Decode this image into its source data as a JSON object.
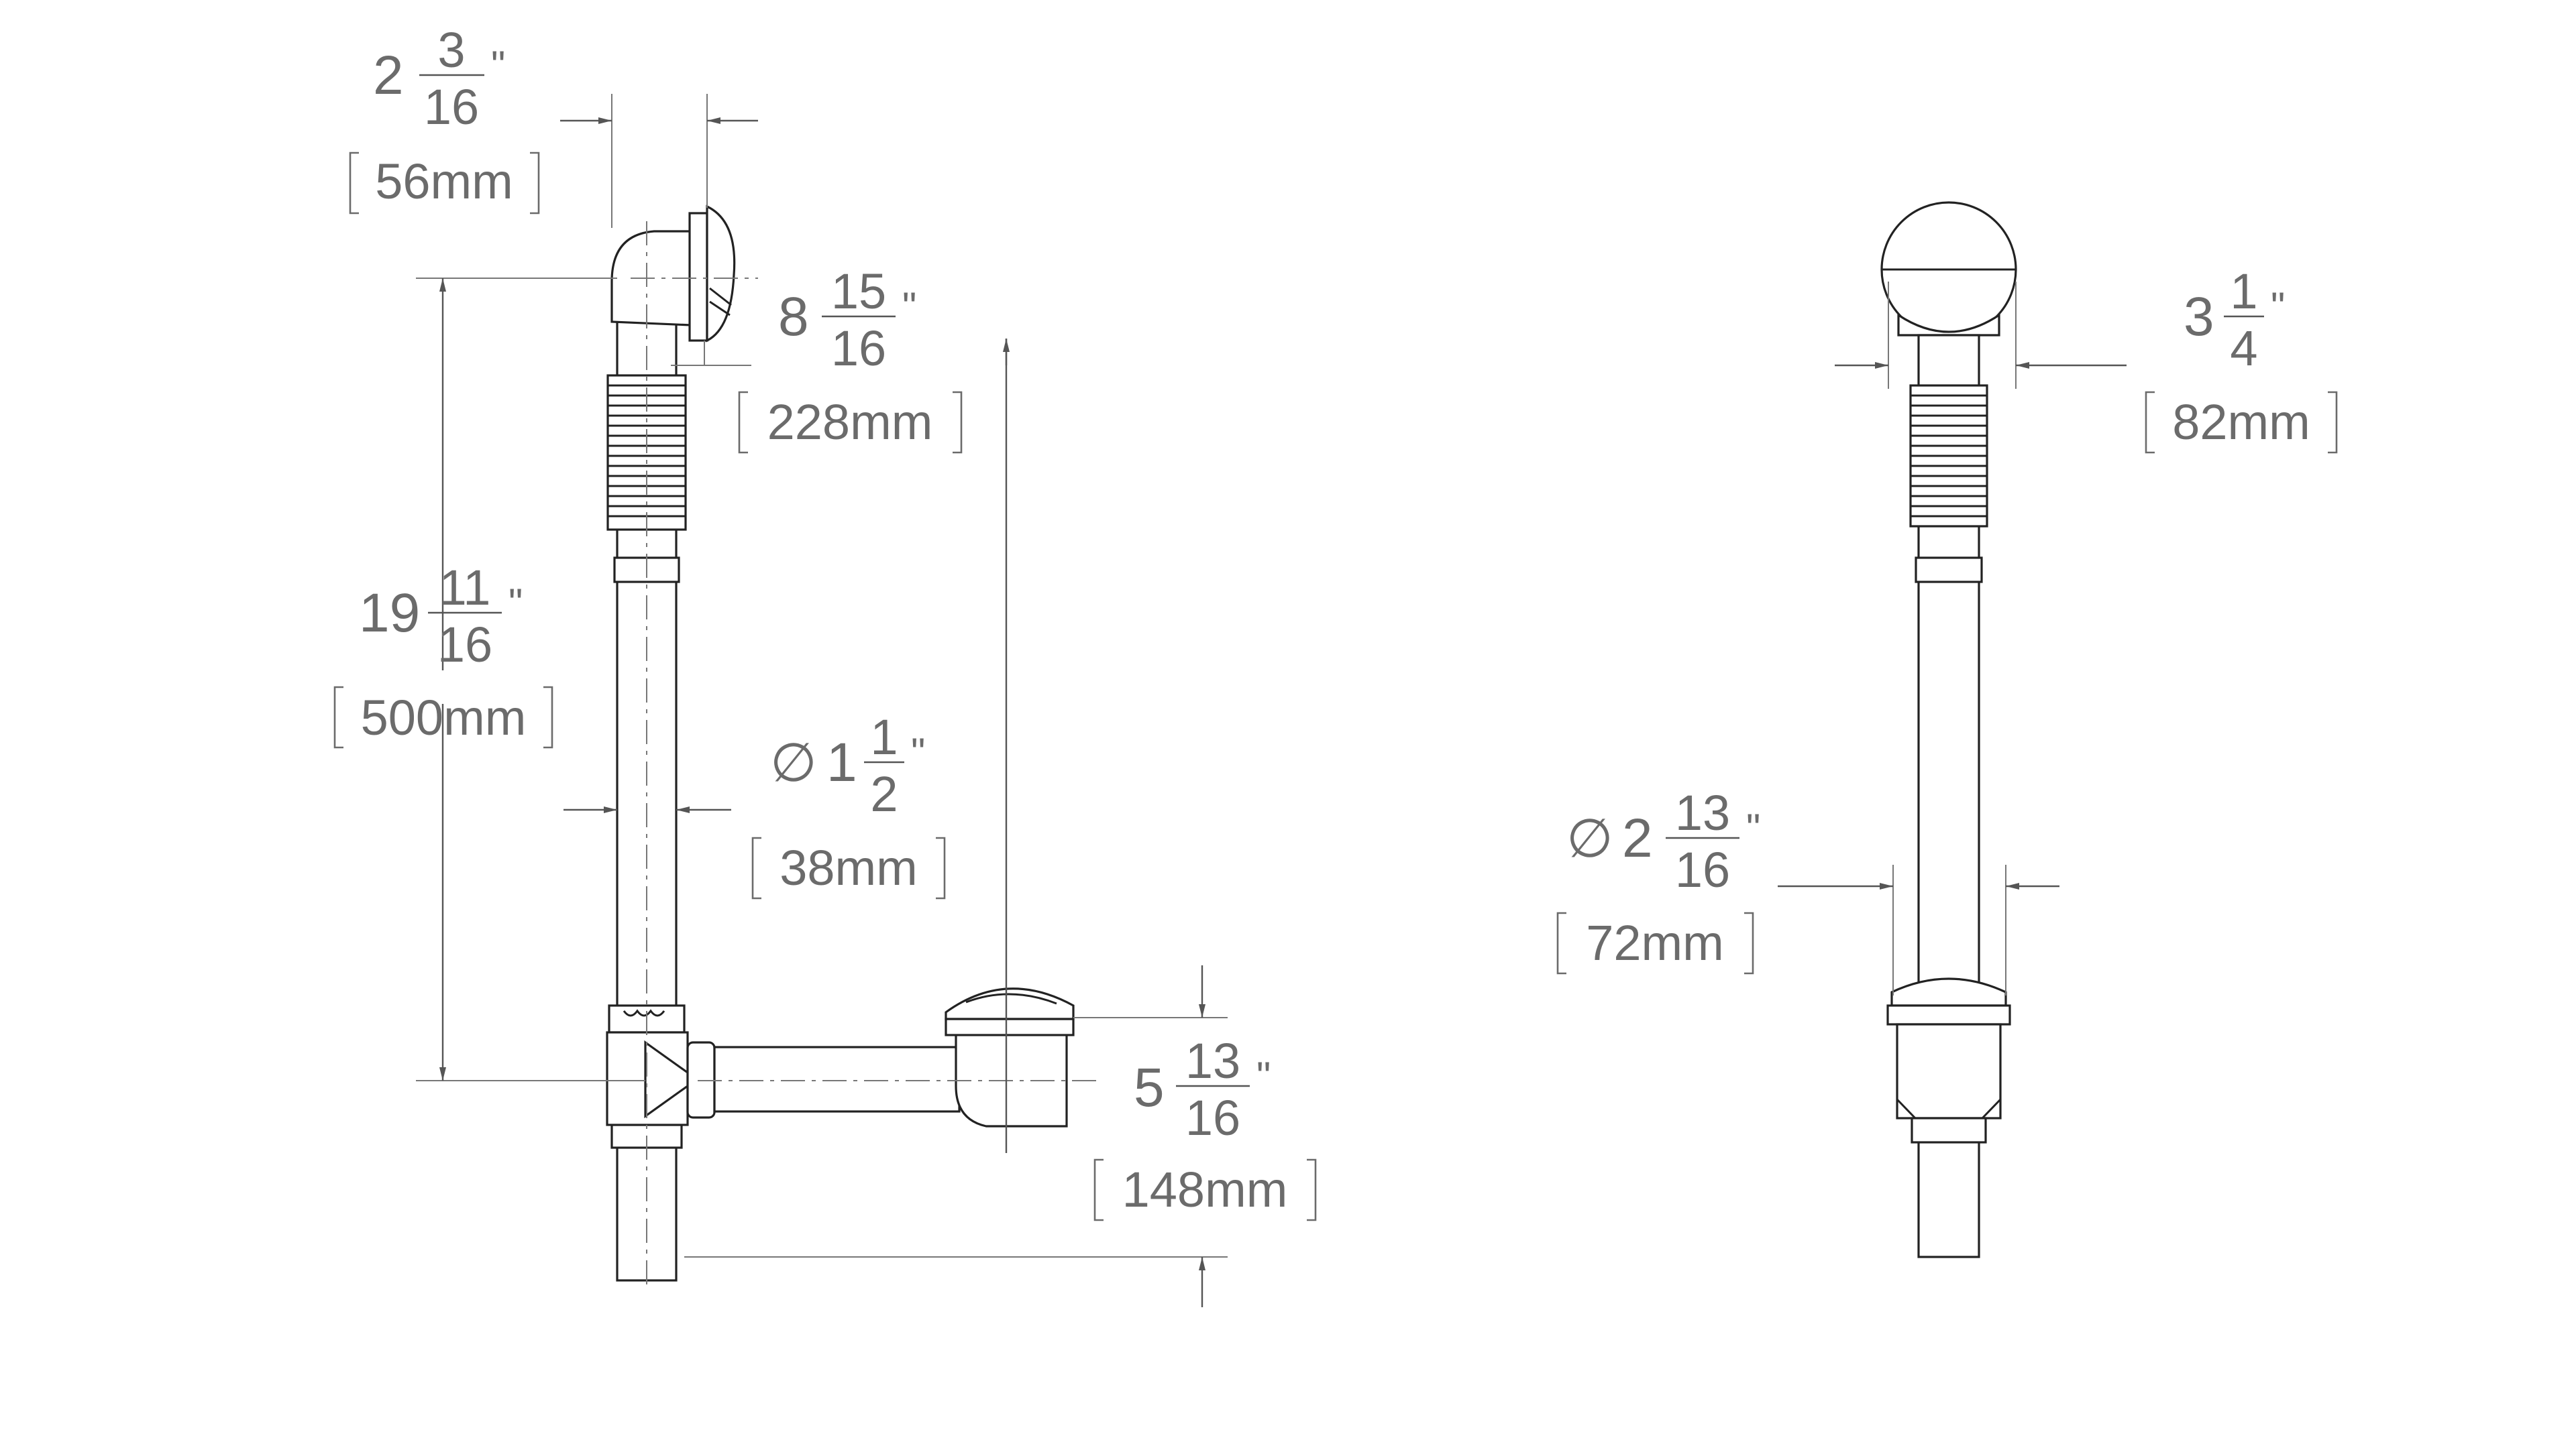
{
  "dimensions": {
    "overflow_width": {
      "whole": "2",
      "num": "3",
      "den": "16",
      "unit": "\"",
      "mm": "56mm"
    },
    "overflow_height": {
      "whole": "8",
      "num": "15",
      "den": "16",
      "unit": "\"",
      "mm": "228mm"
    },
    "total_height": {
      "whole": "19",
      "num": "11",
      "den": "16",
      "unit": "\"",
      "mm": "500mm"
    },
    "pipe_diameter": {
      "symbol": "∅",
      "whole": "1",
      "num": "1",
      "den": "2",
      "unit": "\"",
      "mm": "38mm"
    },
    "drain_height": {
      "whole": "5",
      "num": "13",
      "den": "16",
      "unit": "\"",
      "mm": "148mm"
    },
    "faceplate_width": {
      "whole": "3",
      "num": "1",
      "den": "4",
      "unit": "\"",
      "mm": "82mm"
    },
    "drain_diameter": {
      "symbol": "∅",
      "whole": "2",
      "num": "13",
      "den": "16",
      "unit": "\"",
      "mm": "72mm"
    }
  },
  "colors": {
    "dimension": "#6b6b6b",
    "outline": "#222222",
    "background": "#ffffff"
  }
}
